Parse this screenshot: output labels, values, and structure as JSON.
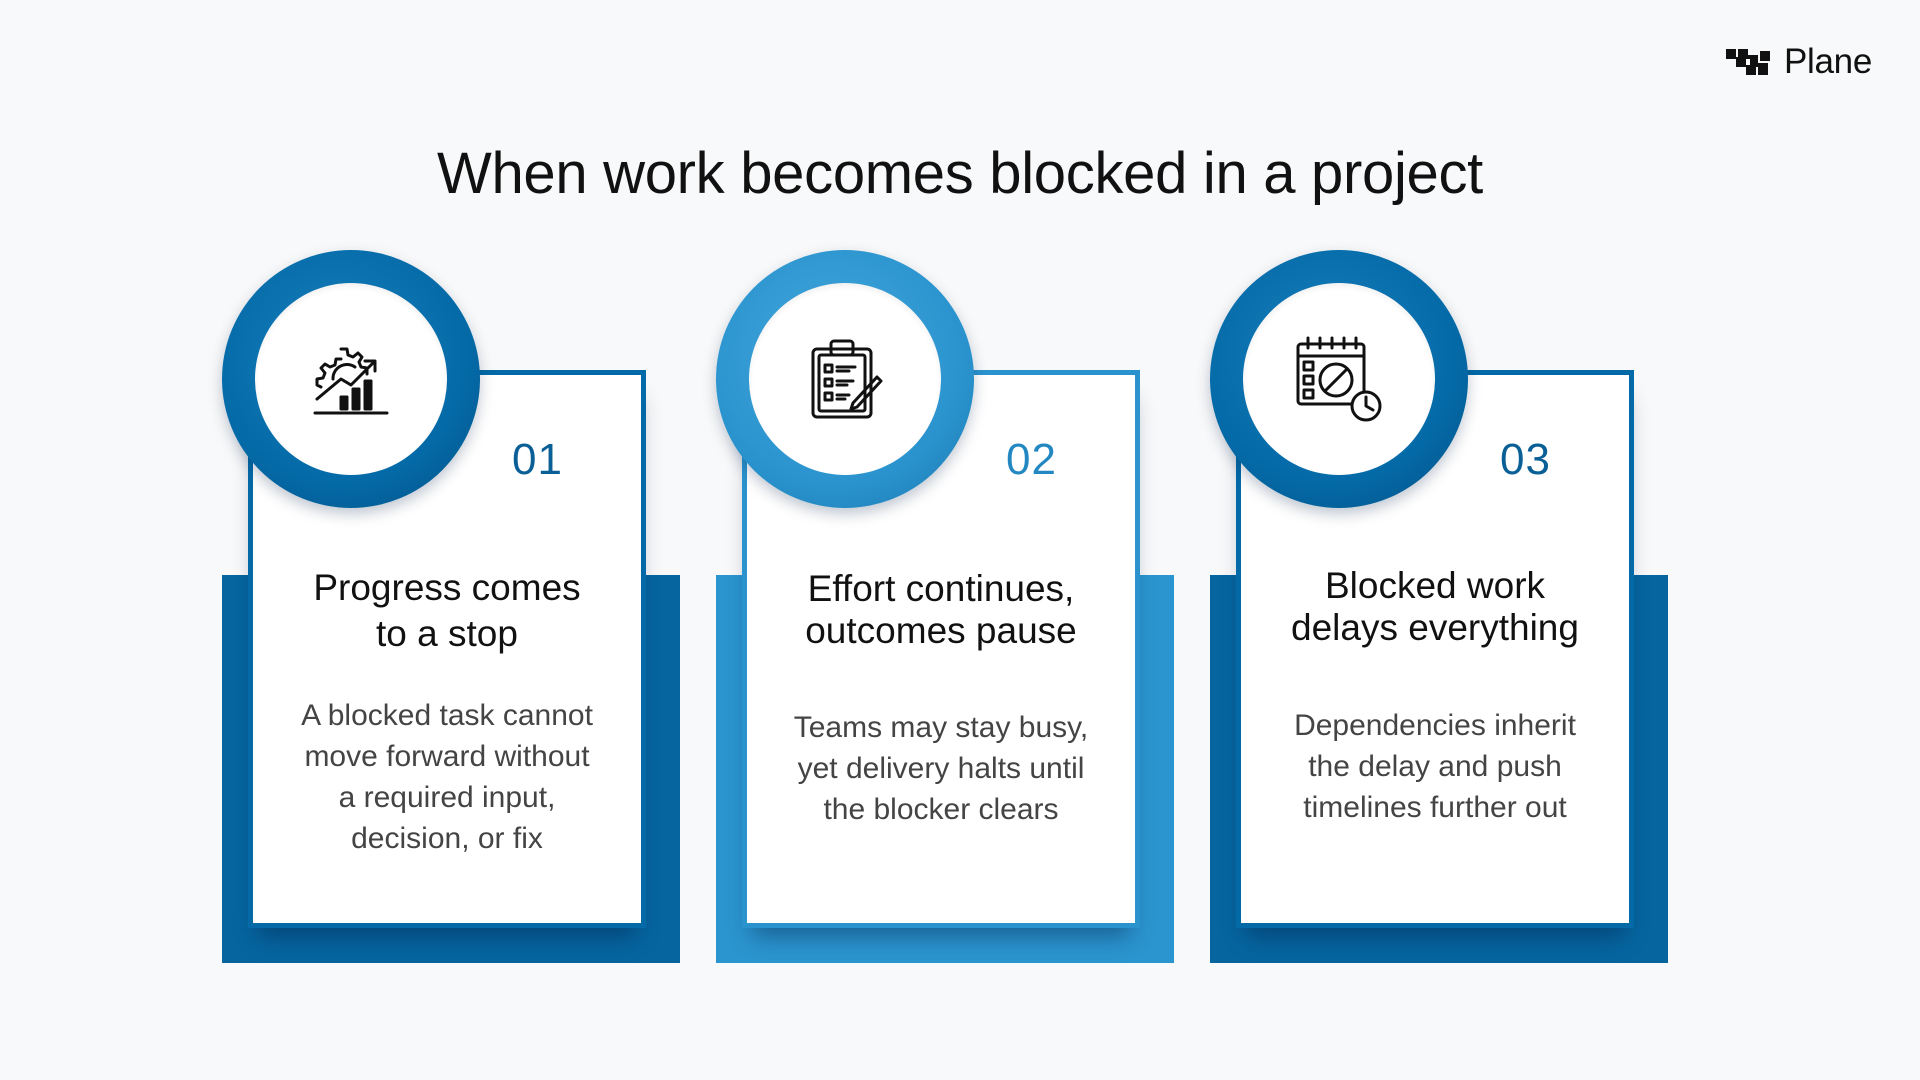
{
  "brand": {
    "name": "Plane",
    "logo_icon": "plane-logo-icon"
  },
  "title": "When work becomes blocked in a project",
  "colors": {
    "dark_blue": "#06659f",
    "light_blue": "#2b95cf",
    "background": "#f8f9fa"
  },
  "cards": [
    {
      "number": "01",
      "icon": "gear-chart-icon",
      "title": "Progress comes\nto a stop",
      "description": "A blocked task cannot\nmove forward without\na required input,\ndecision, or fix"
    },
    {
      "number": "02",
      "icon": "clipboard-checklist-icon",
      "title": "Effort continues,\noutcomes pause",
      "description": "Teams may stay busy,\nyet delivery halts until\nthe blocker clears"
    },
    {
      "number": "03",
      "icon": "blocked-calendar-clock-icon",
      "title": "Blocked work\ndelays everything",
      "description": "Dependencies inherit\nthe delay and push\ntimelines further out"
    }
  ]
}
